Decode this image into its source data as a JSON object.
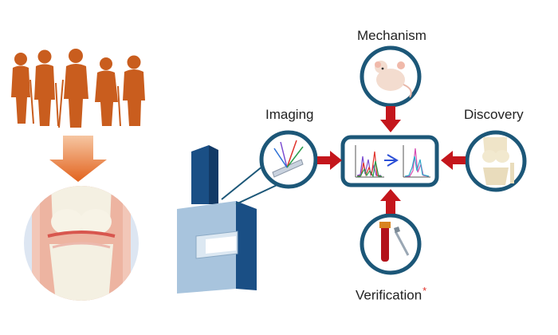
{
  "labels": {
    "mechanism": "Mechanism",
    "imaging": "Imaging",
    "discovery": "Discovery",
    "verification": "Verification",
    "verification_mark": "*"
  },
  "colors": {
    "people": "#c95d1e",
    "arrow_orange": "#e87a3a",
    "circle_ring": "#1c5778",
    "panel_border": "#1c5778",
    "red_arrow": "#c4161c",
    "device_dark": "#1a4f85",
    "device_light": "#a8c4dd",
    "knee_bg": "#dde6f2"
  },
  "icons": {
    "population": "elderly-people-group-icon",
    "osteoarthritic_knee": "knee-joint-icon",
    "instrument": "spectrometer-device-icon",
    "mouse": "mouse-model-icon",
    "spectra": "spectral-plot-icon",
    "healthy_knee": "knee-bone-icon",
    "blood_tube": "blood-sample-icon",
    "probe": "raman-probe-icon"
  }
}
